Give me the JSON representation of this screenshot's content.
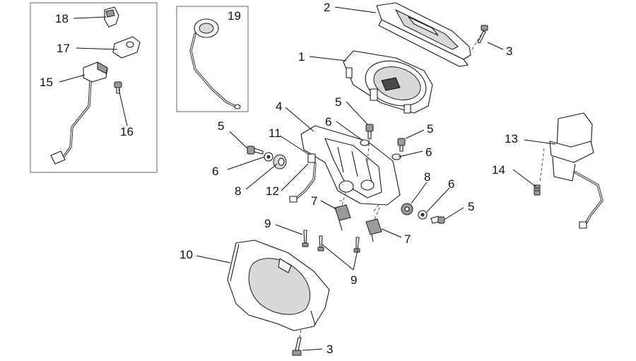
{
  "callouts": {
    "c1": "1",
    "c2": "2",
    "c3a": "3",
    "c3b": "3",
    "c4": "4",
    "c5a": "5",
    "c5b": "5",
    "c5c": "5",
    "c5d": "5",
    "c6a": "6",
    "c6b": "6",
    "c6c": "6",
    "c6d": "6",
    "c7a": "7",
    "c7b": "7",
    "c8a": "8",
    "c8b": "8",
    "c9a": "9",
    "c9b": "9",
    "c10": "10",
    "c11": "11",
    "c12": "12",
    "c13": "13",
    "c14": "14",
    "c15": "15",
    "c16": "16",
    "c17": "17",
    "c18": "18",
    "c19": "19"
  },
  "colors": {
    "line": "#1a1a1a",
    "inset_border": "#666666",
    "background": "#ffffff"
  }
}
